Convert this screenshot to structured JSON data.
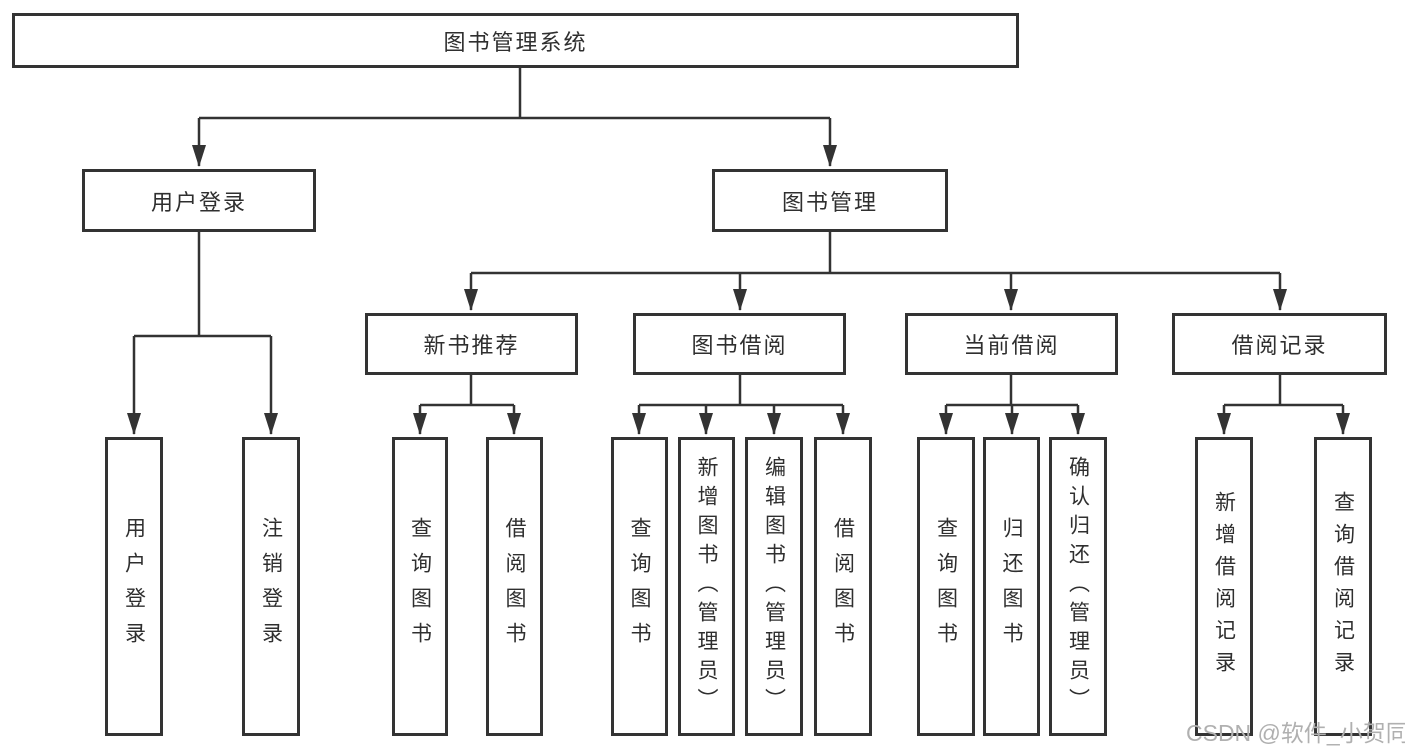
{
  "diagram": {
    "root": {
      "label": "图书管理系统"
    },
    "level2": [
      {
        "label": "用户登录"
      },
      {
        "label": "图书管理"
      }
    ],
    "level3": [
      {
        "label": "新书推荐"
      },
      {
        "label": "图书借阅"
      },
      {
        "label": "当前借阅"
      },
      {
        "label": "借阅记录"
      }
    ],
    "leaves": {
      "user_login": [
        "用户登录",
        "注销登录"
      ],
      "new_book_recommend": [
        "查询图书",
        "借阅图书"
      ],
      "book_borrowing": [
        "查询图书",
        "新增图书（管理员）",
        "编辑图书（管理员）",
        "借阅图书"
      ],
      "current_borrowing": [
        "查询图书",
        "归还图书",
        "确认归还（管理员）"
      ],
      "borrowing_records": [
        "新增借阅记录",
        "查询借阅记录"
      ]
    }
  },
  "watermark": {
    "text": "CSDN @软件_小贺同学"
  },
  "colors": {
    "line": "#333333",
    "box_border": "#333333",
    "box_fill": "#ffffff",
    "text": "#2f2f2f",
    "watermark": "#b0b0b0",
    "background": "#ffffff"
  }
}
